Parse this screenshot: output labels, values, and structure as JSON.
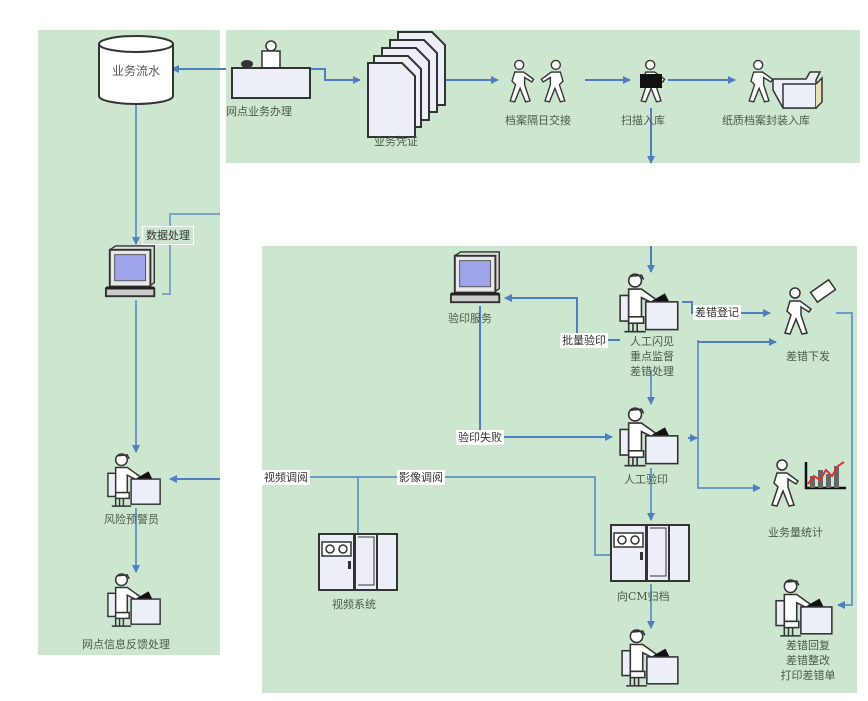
{
  "colors": {
    "panel_bg": "#cde6cf",
    "arrow": "#4f7fc3",
    "line": "#6a9cc4",
    "figure_fill": "#eceff8",
    "screen": "#9fa4ea",
    "chart_red": "#e23030"
  },
  "nodes": {
    "business_flow": "业务流水",
    "branch_business": "网点业务办理",
    "business_voucher": "业务凭证",
    "archive_handover": "档案隔日交接",
    "scan_storage": "扫描入库",
    "paper_archive": "纸质档案封装入库",
    "data_processing": "数据处理",
    "risk_warning": "风险预警员",
    "branch_feedback": "网点信息反馈处理",
    "seal_verification_service": "验印服务",
    "manual_review": [
      "人工闪见",
      "重点监督",
      "差错处理"
    ],
    "error_dispatch": "差错下发",
    "manual_seal_check": "人工验印",
    "volume_stats": "业务量统计",
    "video_system": "视频系统",
    "cm_archive": "向CM归档",
    "error_reply": [
      "差错回复",
      "差错整改",
      "打印差错单"
    ]
  },
  "edge_labels": {
    "batch_seal_check": "批量验印",
    "error_register": "差错登记",
    "seal_check_failed": "验印失败",
    "video_review": "视频调阅",
    "image_review": "影像调阅"
  }
}
